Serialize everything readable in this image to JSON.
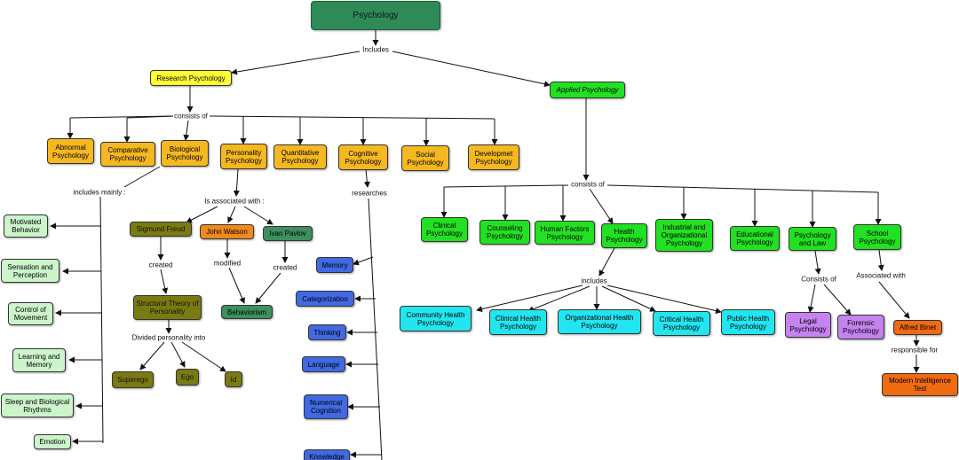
{
  "nodes": {
    "psychology": "Psychology",
    "research": "Research Psychology",
    "applied": "Applied Psychology",
    "abnormal": "Abnormal Psychology",
    "comparative": "Comparative Psychology",
    "biological": "Biological Psychology",
    "personality": "Personality Psychology",
    "quantitative": "Quantitative Psychology",
    "cognitive": "Cognitive Psychology",
    "social": "Social Psychology",
    "developmet": "Developmet Psychology",
    "motivated": "Motivated Behavior",
    "sensation": "Sensation and Perception",
    "control": "Control of Movement",
    "learning": "Learning and Memory",
    "sleep": "Sleep and Biological Rhythms",
    "emotion": "Emotion",
    "freud": "Sigmund Freud",
    "watson": "John Watson",
    "pavlov": "Ivan Pavlov",
    "structural": "Structural Theory of Personality",
    "behaviorism": "Behaviorism",
    "superego": "Superego",
    "ego": "Ego",
    "id": "Id",
    "memory": "Memory",
    "categorization": "Categorization",
    "thinking": "Thinking",
    "language": "Language",
    "numerical": "Numerical Cognition",
    "knowledge": "Knowledge",
    "clinical": "Clinical Psychology",
    "counseling": "Counseling Psychology",
    "humanfactors": "Human Factors Psychology",
    "health": "Health Psychology",
    "industrial": "Industrial and Organizational Psychology",
    "educational": "Educational Psychology",
    "psychlaw": "Psychology and Law",
    "school": "School Psychology",
    "community": "Community Health Psychology",
    "clinicalhealth": "Clinical Health Psychology",
    "orghealth": "Organizational Health Psychology",
    "criticalhealth": "Critical Health Psychology",
    "publichealth": "Public Health Psychology",
    "legal": "Legal Psychology",
    "forensic": "Forensic Psychology",
    "binet": "Alfred Binet",
    "modern": "Modern Intelligence Test"
  },
  "links": {
    "includes": "Includes",
    "consists_research": "consists of",
    "includes_mainly": "includes mainly :",
    "associated": "Is associated with :",
    "researches": "researches",
    "created_freud": "created",
    "modified": "modified",
    "created_pavlov": "created",
    "divided": "Divided personality into",
    "consists_applied": "consists of",
    "includes_health": "includes",
    "consists_law": "Consists of",
    "associated_with": "Associated with",
    "responsible": "responsible for"
  },
  "colors": {
    "root": "#2e8b57",
    "research": "#ffff33",
    "research_branch": "#f5b820",
    "applied": "#22e022",
    "person": "#7a7a12",
    "john_watson": "#f08a1a",
    "pavlov_behaviorism": "#3e8f5e",
    "cognition_topics": "#4169e1",
    "health_types": "#22e5f0",
    "law_types": "#c583f0",
    "bio_topics": "#ccf5cc",
    "binet": "#f06a12"
  }
}
